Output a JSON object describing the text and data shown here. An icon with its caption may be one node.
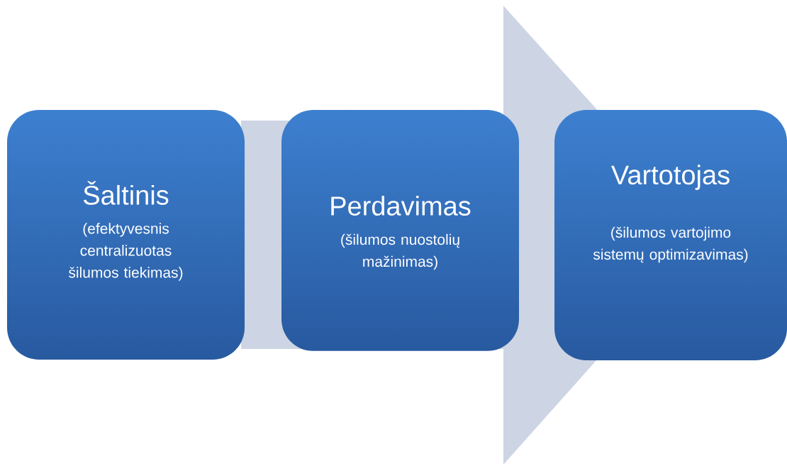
{
  "diagram": {
    "nodes": [
      {
        "text": [
          "Šaltinis",
          "(efektyvesnis centralizuotas šilumos tiekimas)"
        ]
      },
      {
        "text": [
          "Perdavimas",
          "(šilumos nuostolių mažinimas)"
        ]
      },
      {
        "text": [
          "Vartotojas",
          "(šilumos vartojimo sistemų optimizavimas)"
        ]
      }
    ]
  }
}
